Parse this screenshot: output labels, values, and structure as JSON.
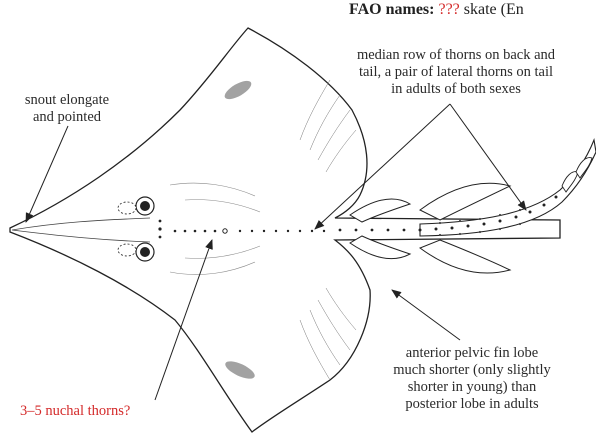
{
  "header": {
    "label": "FAO names:",
    "unknown": "???",
    "name_text": "skate (En"
  },
  "labels": {
    "snout": [
      "snout elongate",
      "and pointed"
    ],
    "thorns": [
      "median row of thorns on back and",
      "tail, a pair of lateral thorns on tail",
      "in adults of both sexes"
    ],
    "pelvic": [
      "anterior pelvic fin lobe",
      "much shorter (only slightly",
      "shorter in young) than",
      "posterior lobe in adults"
    ],
    "nuchal": "3–5 nuchal thorns?"
  },
  "colors": {
    "line": "#222222",
    "highlight": "#d42a2a"
  }
}
